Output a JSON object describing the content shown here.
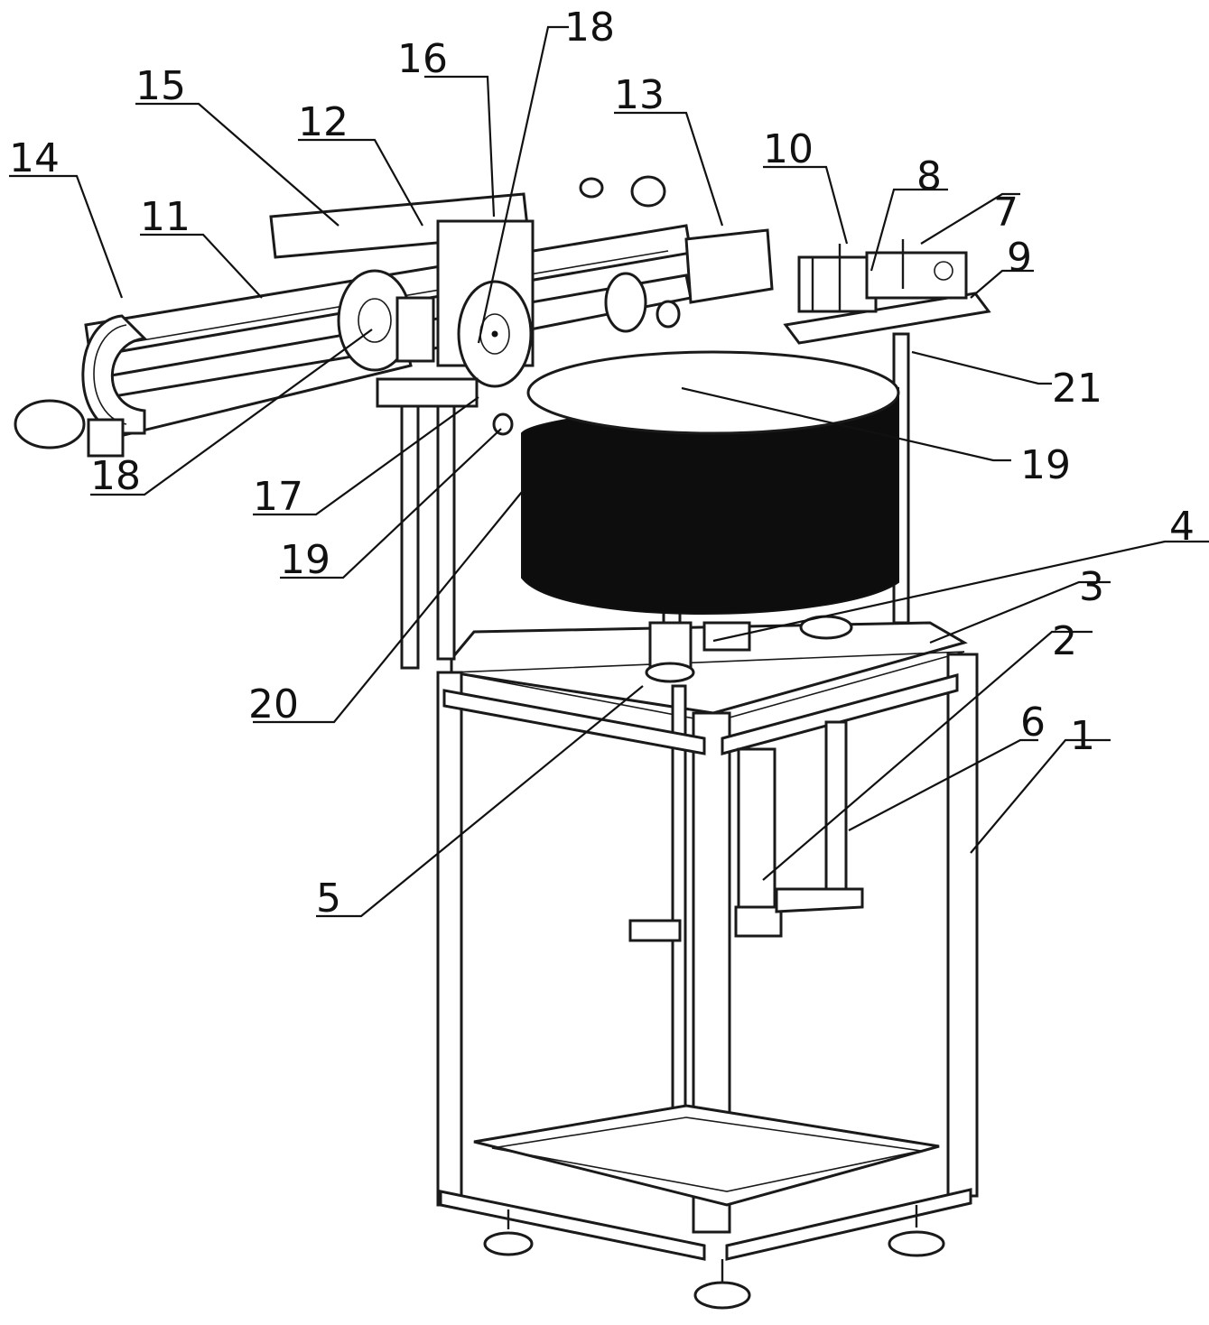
{
  "figure": {
    "callouts": [
      {
        "id": "c1",
        "text": "1"
      },
      {
        "id": "c2",
        "text": "2"
      },
      {
        "id": "c3",
        "text": "3"
      },
      {
        "id": "c4",
        "text": "4"
      },
      {
        "id": "c5",
        "text": "5"
      },
      {
        "id": "c6",
        "text": "6"
      },
      {
        "id": "c7",
        "text": "7"
      },
      {
        "id": "c8",
        "text": "8"
      },
      {
        "id": "c9",
        "text": "9"
      },
      {
        "id": "c10",
        "text": "10"
      },
      {
        "id": "c11",
        "text": "11"
      },
      {
        "id": "c12",
        "text": "12"
      },
      {
        "id": "c13",
        "text": "13"
      },
      {
        "id": "c14",
        "text": "14"
      },
      {
        "id": "c15",
        "text": "15"
      },
      {
        "id": "c16",
        "text": "16"
      },
      {
        "id": "c17",
        "text": "17"
      },
      {
        "id": "c18a",
        "text": "18"
      },
      {
        "id": "c18b",
        "text": "18"
      },
      {
        "id": "c19a",
        "text": "19"
      },
      {
        "id": "c19b",
        "text": "19"
      },
      {
        "id": "c20",
        "text": "20"
      },
      {
        "id": "c21",
        "text": "21"
      }
    ]
  },
  "colors": {
    "ink": "#111111",
    "paper": "#ffffff",
    "roll": "#0d0d0d"
  }
}
